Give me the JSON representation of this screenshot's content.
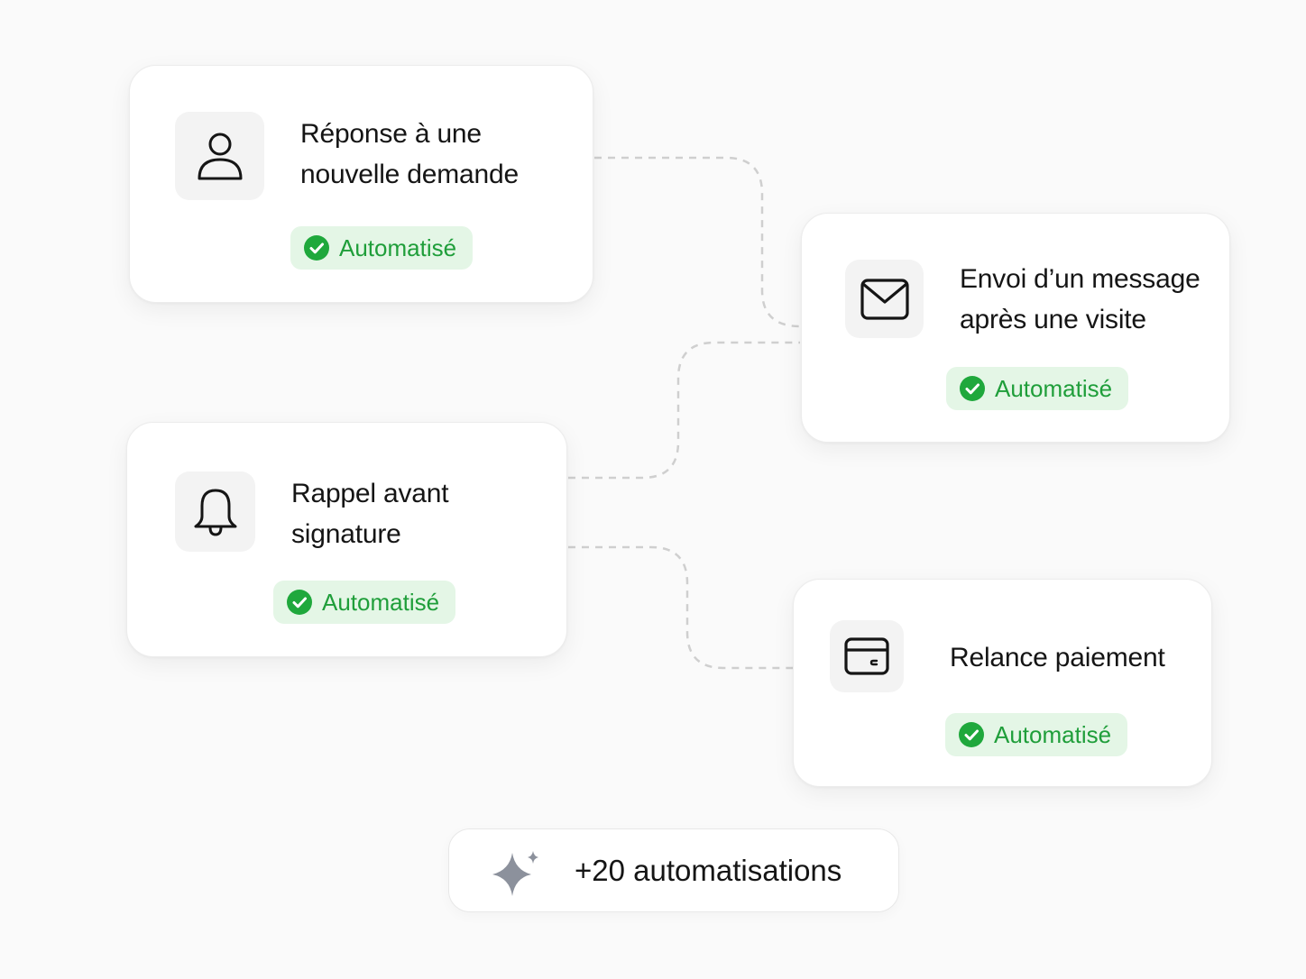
{
  "cards": [
    {
      "title_line1": "Réponse à une",
      "title_line2": "nouvelle demande",
      "icon": "user-icon",
      "status": "Automatisé"
    },
    {
      "title_line1": "Envoi d’un message",
      "title_line2": "après une visite",
      "icon": "mail-icon",
      "status": "Automatisé"
    },
    {
      "title_line1": "Rappel avant",
      "title_line2": "signature",
      "icon": "bell-icon",
      "status": "Automatisé"
    },
    {
      "title_line1": "Relance paiement",
      "icon": "wallet-icon",
      "status": "Automatisé"
    }
  ],
  "more": {
    "label": "+20 automatisations",
    "icon": "sparkle-icon"
  },
  "colors": {
    "status_green": "#1f9e3a",
    "status_bg": "#e4f6e6",
    "connector": "#cfcfcf"
  }
}
